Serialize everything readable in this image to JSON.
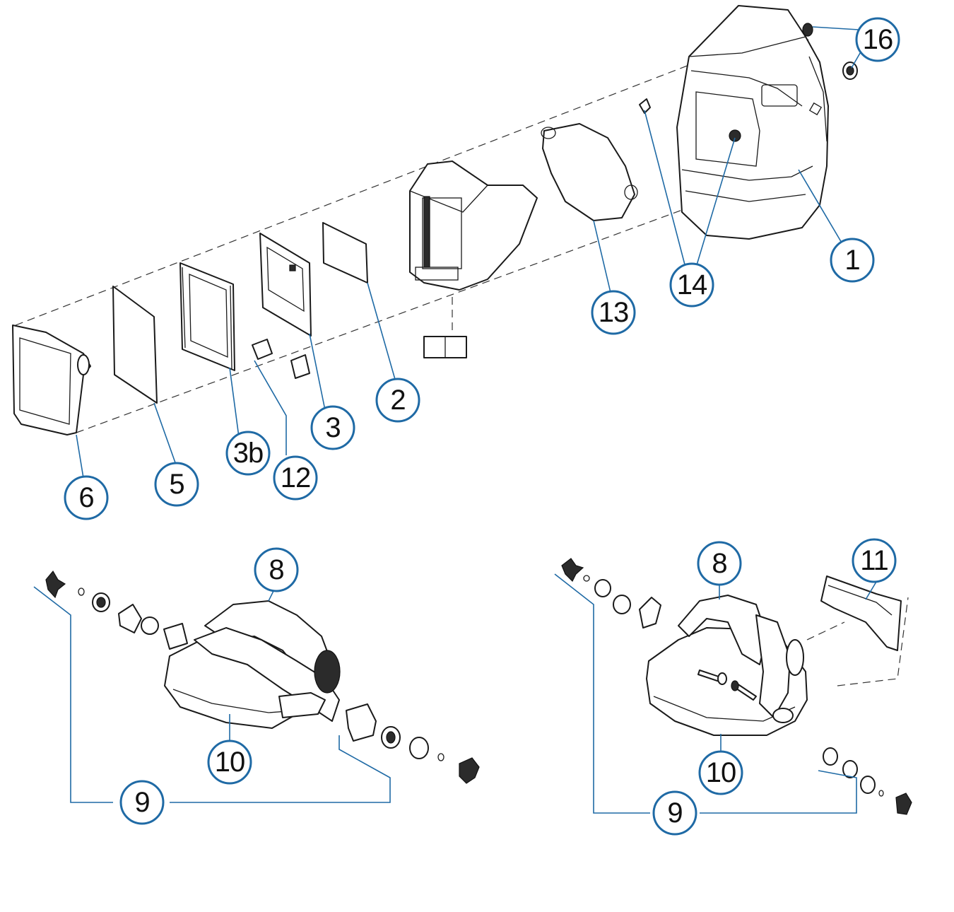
{
  "colors": {
    "callout_ring": "#1f6aa5",
    "line_art": "#1a1a1a",
    "background": "#ffffff"
  },
  "callouts": {
    "c1": "1",
    "c2": "2",
    "c3": "3",
    "c3b": "3b",
    "c5": "5",
    "c6": "6",
    "c8a": "8",
    "c8b": "8",
    "c9a": "9",
    "c9b": "9",
    "c10a": "10",
    "c10b": "10",
    "c11": "11",
    "c12": "12",
    "c13": "13",
    "c14": "14",
    "c16": "16"
  }
}
